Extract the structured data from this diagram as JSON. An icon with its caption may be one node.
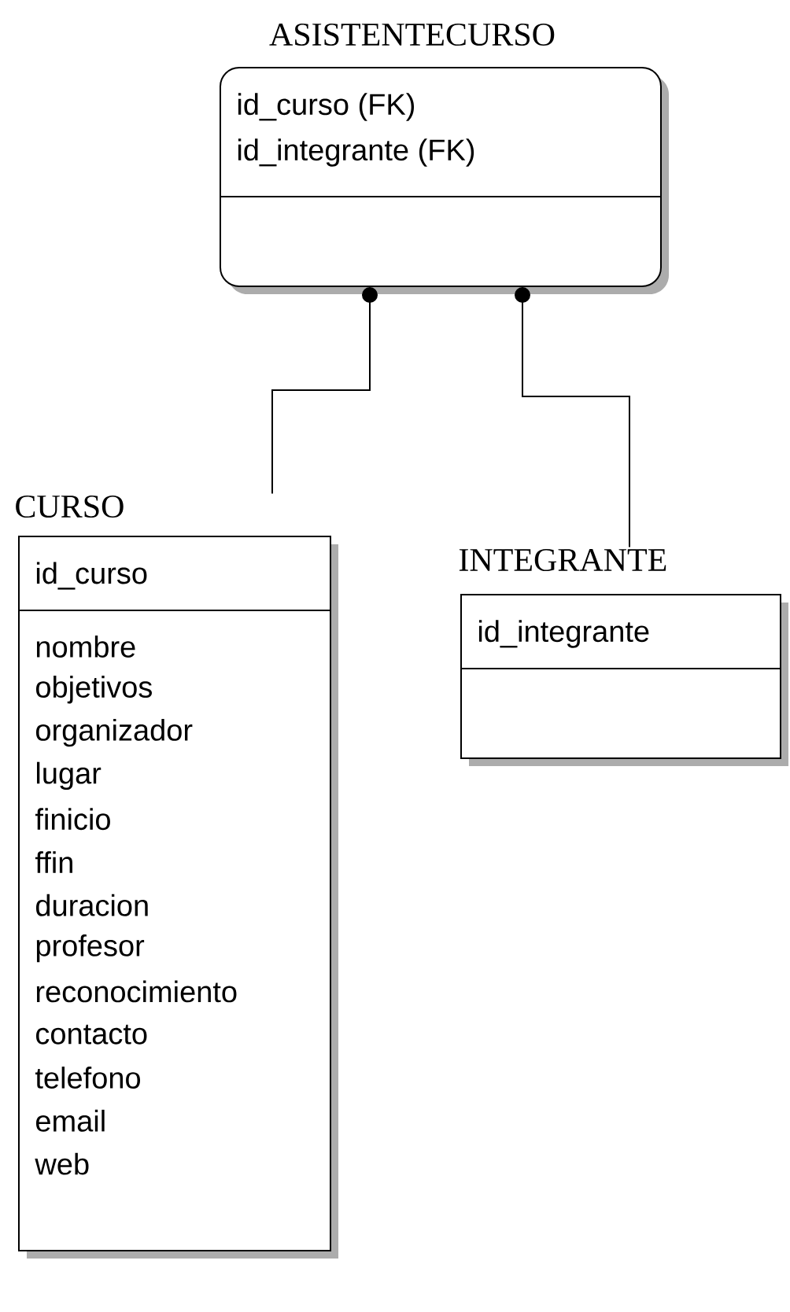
{
  "diagram": {
    "nodes": [
      {
        "text": [
          "ASISTENTECURSO",
          "id_curso (FK)",
          "id_integrante (FK)"
        ]
      },
      {
        "text": [
          "CURSO",
          "id_curso",
          "nombre",
          "objetivos",
          "organizador",
          "lugar",
          "finicio",
          "ffin",
          "duracion",
          "profesor",
          "reconocimiento",
          "contacto",
          "telefono",
          "email",
          "web"
        ]
      },
      {
        "text": [
          "INTEGRANTE",
          "id_integrante"
        ]
      }
    ],
    "edges": [
      {
        "from": 0,
        "to": 1,
        "arrow": "other"
      },
      {
        "from": 0,
        "to": 2,
        "arrow": "other"
      }
    ]
  }
}
